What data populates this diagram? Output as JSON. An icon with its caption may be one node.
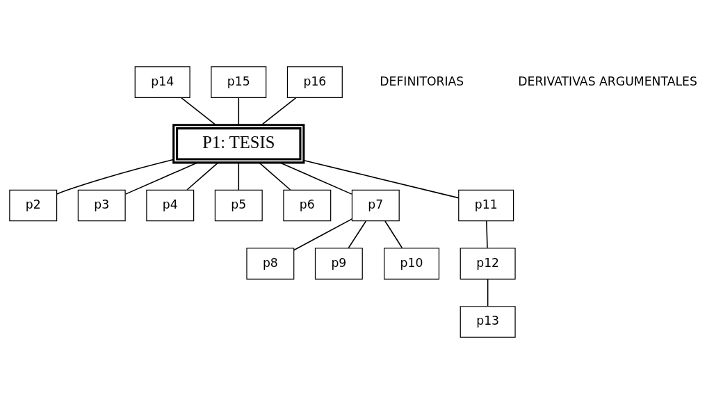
{
  "diagram": {
    "nodes": [
      {
        "text": [
          "P1: TESIS"
        ]
      },
      {
        "text": [
          "p2"
        ]
      },
      {
        "text": [
          "p3"
        ]
      },
      {
        "text": [
          "p4"
        ]
      },
      {
        "text": [
          "p5"
        ]
      },
      {
        "text": [
          "p6"
        ]
      },
      {
        "text": [
          "p7"
        ]
      },
      {
        "text": [
          "p8"
        ]
      },
      {
        "text": [
          "p9"
        ]
      },
      {
        "text": [
          "p10"
        ]
      },
      {
        "text": [
          "p11"
        ]
      },
      {
        "text": [
          "p12"
        ]
      },
      {
        "text": [
          "p13"
        ]
      },
      {
        "text": [
          "p14"
        ]
      },
      {
        "text": [
          "p15"
        ]
      },
      {
        "text": [
          "p16"
        ]
      }
    ],
    "edges": [
      {
        "from": 13,
        "to": 0,
        "arrow": "none"
      },
      {
        "from": 14,
        "to": 0,
        "arrow": "none"
      },
      {
        "from": 15,
        "to": 0,
        "arrow": "none"
      },
      {
        "from": 0,
        "to": 1,
        "arrow": "none"
      },
      {
        "from": 0,
        "to": 2,
        "arrow": "none"
      },
      {
        "from": 0,
        "to": 3,
        "arrow": "none"
      },
      {
        "from": 0,
        "to": 4,
        "arrow": "none"
      },
      {
        "from": 0,
        "to": 5,
        "arrow": "none"
      },
      {
        "from": 0,
        "to": 6,
        "arrow": "none"
      },
      {
        "from": 0,
        "to": 10,
        "arrow": "none"
      },
      {
        "from": 6,
        "to": 7,
        "arrow": "none"
      },
      {
        "from": 6,
        "to": 8,
        "arrow": "none"
      },
      {
        "from": 6,
        "to": 9,
        "arrow": "none"
      },
      {
        "from": 10,
        "to": 11,
        "arrow": "none"
      },
      {
        "from": 11,
        "to": 12,
        "arrow": "none"
      }
    ],
    "labels": [
      "DEFINITORIAS",
      "DERIVATIVAS ARGUMENTALES"
    ]
  }
}
